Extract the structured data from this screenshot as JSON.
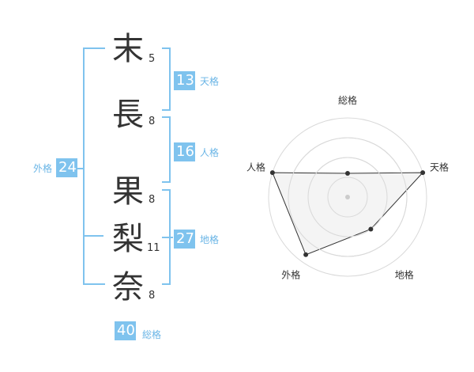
{
  "name": {
    "chars": [
      {
        "char": "末",
        "strokes": "5"
      },
      {
        "char": "長",
        "strokes": "8"
      },
      {
        "char": "果",
        "strokes": "8"
      },
      {
        "char": "梨",
        "strokes": "11"
      },
      {
        "char": "奈",
        "strokes": "8"
      }
    ]
  },
  "fortune": {
    "tenkaku": {
      "value": "13",
      "label": "天格"
    },
    "jinkaku": {
      "value": "16",
      "label": "人格"
    },
    "chikaku": {
      "value": "27",
      "label": "地格"
    },
    "gaikaku": {
      "value": "24",
      "label": "外格"
    },
    "soukaku": {
      "value": "40",
      "label": "総格"
    }
  },
  "radar": {
    "axes": [
      "総格",
      "天格",
      "地格",
      "外格",
      "人格"
    ],
    "levels": 4,
    "values": [
      0.3,
      1.0,
      0.5,
      0.9,
      1.0
    ],
    "colors": {
      "fill": "#f2f2f2",
      "grid": "#d9d9d9",
      "line": "#333333",
      "center": "#cccccc"
    }
  },
  "colors": {
    "accent": "#7fc3ee",
    "text": "#333333"
  }
}
